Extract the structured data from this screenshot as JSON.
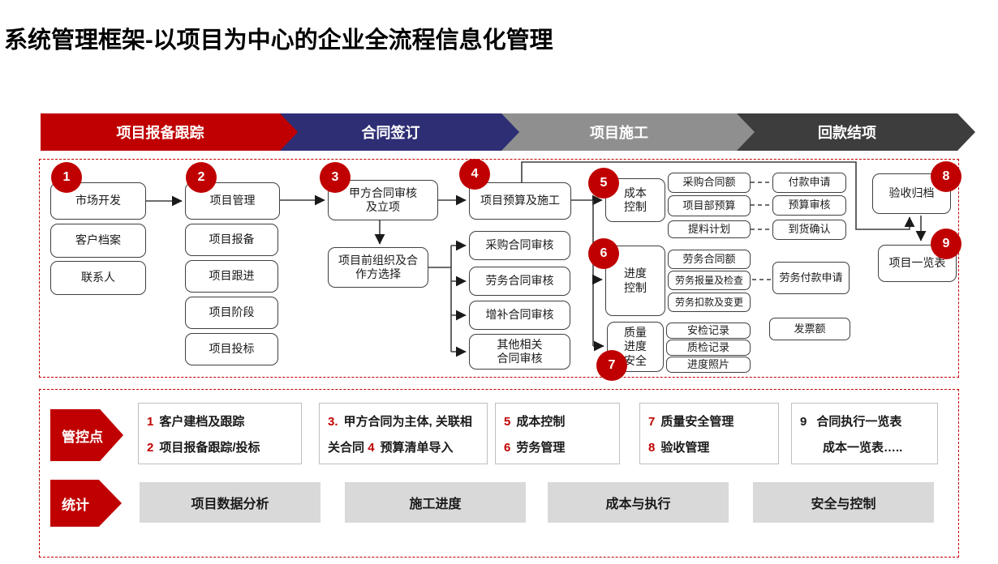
{
  "title": "系统管理框架-以项目为中心的企业全流程信息化管理",
  "colors": {
    "phase_red": "#c00000",
    "phase_navy": "#2e2e75",
    "phase_gray": "#8f8f8f",
    "phase_dark": "#3d3d3d",
    "badge_red": "#c00000",
    "panel_border_red": "#c00000",
    "stat_box_gray": "#d9d9d9"
  },
  "phases": [
    {
      "label": "项目报备跟踪"
    },
    {
      "label": "合同签订"
    },
    {
      "label": "项目施工"
    },
    {
      "label": "回款结项"
    }
  ],
  "flow": {
    "nodes": [
      {
        "label": "市场开发",
        "badge": "1"
      },
      {
        "label": "客户档案"
      },
      {
        "label": "联系人"
      },
      {
        "label": "项目管理",
        "badge": "2"
      },
      {
        "label": "项目报备"
      },
      {
        "label": "项目跟进"
      },
      {
        "label": "项目阶段"
      },
      {
        "label": "项目投标"
      },
      {
        "label": "甲方合同审核\n及立项",
        "badge": "3"
      },
      {
        "label": "项目前组织及合\n作方选择"
      },
      {
        "label": "项目预算及施工",
        "badge": "4"
      },
      {
        "label": "采购合同审核"
      },
      {
        "label": "劳务合同审核"
      },
      {
        "label": "增补合同审核"
      },
      {
        "label": "其他相关\n合同审核"
      },
      {
        "label": "成本\n控制",
        "badge": "5"
      },
      {
        "label": "进度\n控制",
        "badge": "6"
      },
      {
        "label": "质量\n进度\n安全",
        "badge": "7"
      },
      {
        "label": "采购合同额"
      },
      {
        "label": "项目部预算"
      },
      {
        "label": "提料计划"
      },
      {
        "label": "劳务合同额"
      },
      {
        "label": "劳务报量及检查"
      },
      {
        "label": "劳务扣款及变更"
      },
      {
        "label": "安检记录"
      },
      {
        "label": "质检记录"
      },
      {
        "label": "进度照片"
      },
      {
        "label": "付款申请"
      },
      {
        "label": "预算审核"
      },
      {
        "label": "到货确认"
      },
      {
        "label": "劳务付款申请"
      },
      {
        "label": "发票额"
      },
      {
        "label": "验收归档",
        "badge": "8"
      },
      {
        "label": "项目一览表",
        "badge": "9"
      }
    ]
  },
  "control_points": {
    "label": "管控点",
    "box1": {
      "l1n": "1",
      "l1t": "客户建档及跟踪",
      "l2n": "2",
      "l2t": "项目报备跟踪/投标"
    },
    "box2": {
      "l1a": "3.",
      "l1b": "甲方合同为主体, 关联相",
      "l2a": "关合同",
      "l2b": "4",
      "l2c": "预算清单导入"
    },
    "box3": {
      "l1n": "5",
      "l1t": "成本控制",
      "l2n": "6",
      "l2t": "劳务管理"
    },
    "box4": {
      "l1n": "7",
      "l1t": "质量安全管理",
      "l2n": "8",
      "l2t": "验收管理"
    },
    "box5": {
      "l1n": "9",
      "l1t": "合同执行一览表",
      "l2": "成本一览表….."
    }
  },
  "stats": {
    "label": "统计",
    "items": [
      "项目数据分析",
      "施工进度",
      "成本与执行",
      "安全与控制"
    ]
  }
}
